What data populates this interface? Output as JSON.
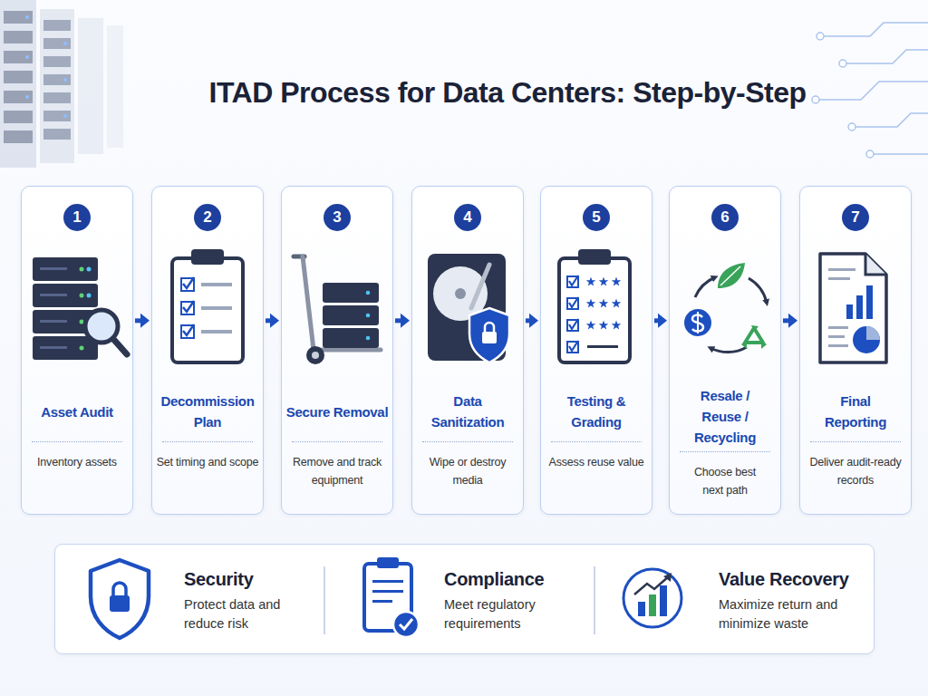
{
  "diagram": {
    "title": "ITAD Process for Data Centers: Step-by-Step",
    "nodes": [
      {
        "text": [
          "1",
          "Asset Audit",
          "Inventory assets"
        ]
      },
      {
        "text": [
          "2",
          "Decommission Plan",
          "Set timing and scope"
        ]
      },
      {
        "text": [
          "3",
          "Secure Removal",
          "Remove and track equipment"
        ]
      },
      {
        "text": [
          "4",
          "Data Sanitization",
          "Wipe or destroy media"
        ]
      },
      {
        "text": [
          "5",
          "Testing & Grading",
          "Assess reuse value"
        ]
      },
      {
        "text": [
          "6",
          "Resale / Reuse / Recycling",
          "Choose best next path"
        ]
      },
      {
        "text": [
          "7",
          "Final Reporting",
          "Deliver audit-ready records"
        ]
      },
      {
        "text": [
          "Security",
          "Protect data and reduce risk"
        ]
      },
      {
        "text": [
          "Compliance",
          "Meet regulatory requirements"
        ]
      },
      {
        "text": [
          "Value Recovery",
          "Maximize return and minimize waste"
        ]
      }
    ],
    "edges": [
      {
        "from": 0,
        "to": 1,
        "arrow": "to"
      },
      {
        "from": 1,
        "to": 2,
        "arrow": "to"
      },
      {
        "from": 2,
        "to": 3,
        "arrow": "to"
      },
      {
        "from": 3,
        "to": 4,
        "arrow": "to"
      },
      {
        "from": 4,
        "to": 5,
        "arrow": "to"
      },
      {
        "from": 5,
        "to": 6,
        "arrow": "to"
      }
    ]
  }
}
